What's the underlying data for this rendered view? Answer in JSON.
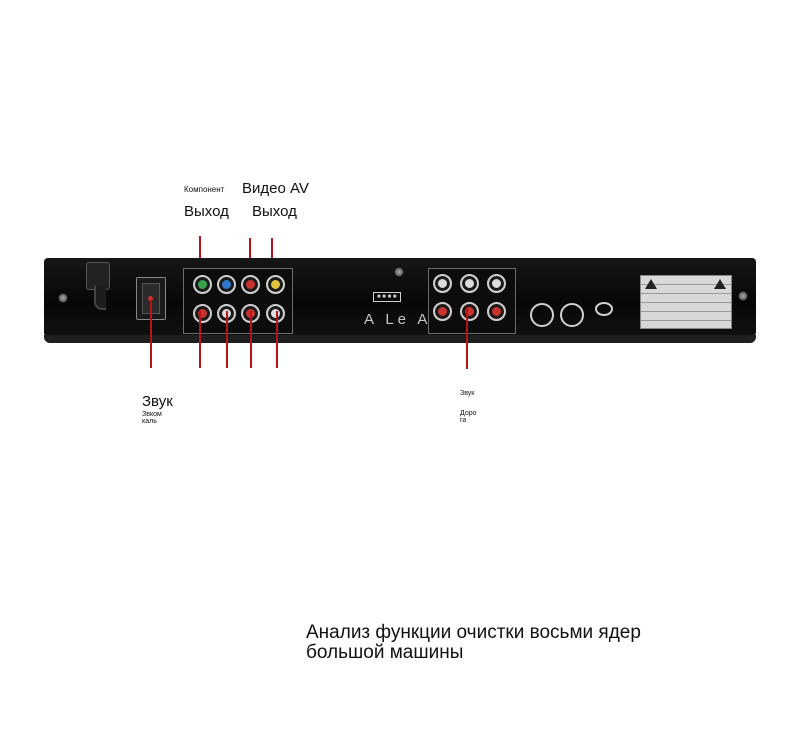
{
  "labels": {
    "component": "Компонент",
    "component_out": "Выход",
    "video_av": "Видео AV",
    "video_out": "Выход",
    "sound_left": "Звук",
    "sound_left_sub1": "Звком",
    "sound_left_sub2": "каль",
    "sound_right": "Звук",
    "track_right_1": "Доро",
    "track_right_2": "га"
  },
  "device": {
    "brand": "A Le A"
  },
  "caption": {
    "line1": "Анализ функции очистки восьми ядер",
    "line2": "большой машины"
  },
  "colors": {
    "leader": "#b5141b",
    "body": "#0a0a0a"
  }
}
